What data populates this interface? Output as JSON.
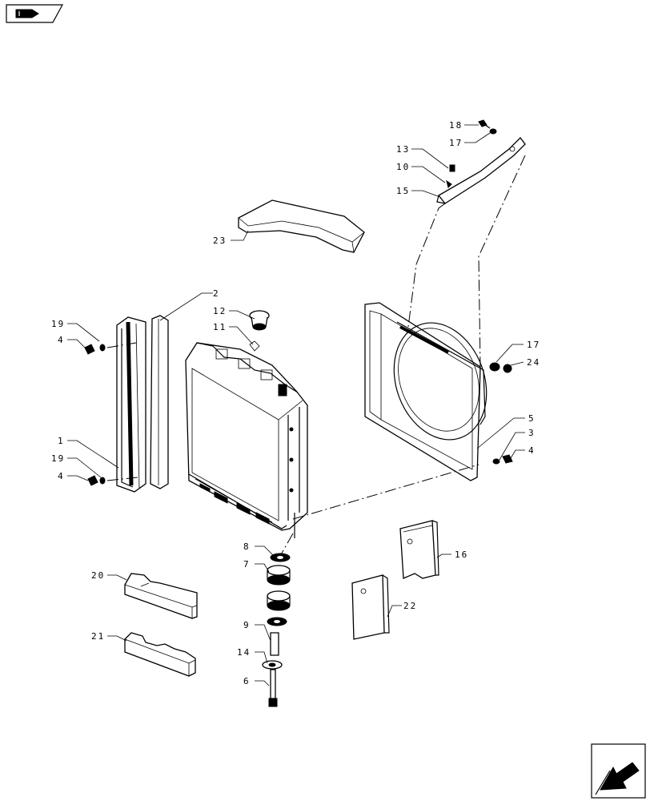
{
  "nav": {
    "back_icon": "hand-pointer-icon",
    "next_icon": "arrow-next-icon"
  },
  "callouts": [
    {
      "id": "18",
      "text": "18"
    },
    {
      "id": "17a",
      "text": "17"
    },
    {
      "id": "13",
      "text": "13"
    },
    {
      "id": "10",
      "text": "10"
    },
    {
      "id": "15",
      "text": "15"
    },
    {
      "id": "23",
      "text": "23"
    },
    {
      "id": "2",
      "text": "2"
    },
    {
      "id": "12",
      "text": "12"
    },
    {
      "id": "11",
      "text": "11"
    },
    {
      "id": "19a",
      "text": "19"
    },
    {
      "id": "4a",
      "text": "4"
    },
    {
      "id": "17b",
      "text": "17"
    },
    {
      "id": "24",
      "text": "24"
    },
    {
      "id": "1",
      "text": "1"
    },
    {
      "id": "19b",
      "text": "19"
    },
    {
      "id": "4b",
      "text": "4"
    },
    {
      "id": "5",
      "text": "5"
    },
    {
      "id": "3",
      "text": "3"
    },
    {
      "id": "4c",
      "text": "4"
    },
    {
      "id": "8",
      "text": "8"
    },
    {
      "id": "7",
      "text": "7"
    },
    {
      "id": "16",
      "text": "16"
    },
    {
      "id": "20",
      "text": "20"
    },
    {
      "id": "22",
      "text": "22"
    },
    {
      "id": "9",
      "text": "9"
    },
    {
      "id": "21",
      "text": "21"
    },
    {
      "id": "14",
      "text": "14"
    },
    {
      "id": "6",
      "text": "6"
    }
  ]
}
